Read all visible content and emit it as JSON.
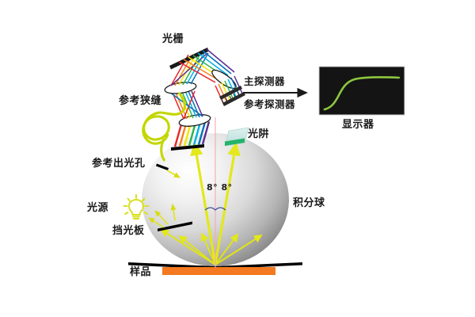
{
  "figure": {
    "type": "optical-instrument-schematic",
    "title_present": false,
    "background_color": "#ffffff"
  },
  "labels": {
    "grating": "光栅",
    "reference_slit": "参考狭缝",
    "reference_exit_aperture": "参考出光孔",
    "light_source": "光源",
    "baffle": "挡光板",
    "light_trap": "光阱",
    "integrating_sphere": "积分球",
    "sample": "样品",
    "display": "显示器",
    "main_detector": "主探测器",
    "reference_detector": "参考探测器",
    "angle_left": "8°",
    "angle_right": "8°",
    "angles_combined": "8° 8°"
  },
  "colors": {
    "sphere_light": "#ffffff",
    "sphere_mid": "#d4d4d4",
    "sphere_dark": "#8e8e8e",
    "beam_yellow": "#e3e81a",
    "fiber_green": "#c3d600",
    "sample_orange": "#f47920",
    "bar_black": "#000000",
    "trap_teal": "#cfe9e6",
    "trap_green_edge": "#23b36a",
    "display_bg": "#141414",
    "display_curve": "#8dc63f",
    "axis_pink": "#f7a8b0",
    "arc_blue": "#3b4ea0",
    "spectrum": [
      "#e8262c",
      "#f58220",
      "#f2e600",
      "#2eb24a",
      "#00b2e3",
      "#0072bc",
      "#5b2d8e"
    ]
  },
  "display_curve_points": [
    {
      "x": 0,
      "y": 0.12
    },
    {
      "x": 0.15,
      "y": 0.2
    },
    {
      "x": 0.3,
      "y": 0.42
    },
    {
      "x": 0.45,
      "y": 0.72
    },
    {
      "x": 0.6,
      "y": 0.85
    },
    {
      "x": 0.8,
      "y": 0.9
    },
    {
      "x": 1.0,
      "y": 0.92
    }
  ],
  "components": {
    "lens_count": 4,
    "detector_bars": 2,
    "sphere_arrows": 7,
    "fiber_coils": 3
  }
}
